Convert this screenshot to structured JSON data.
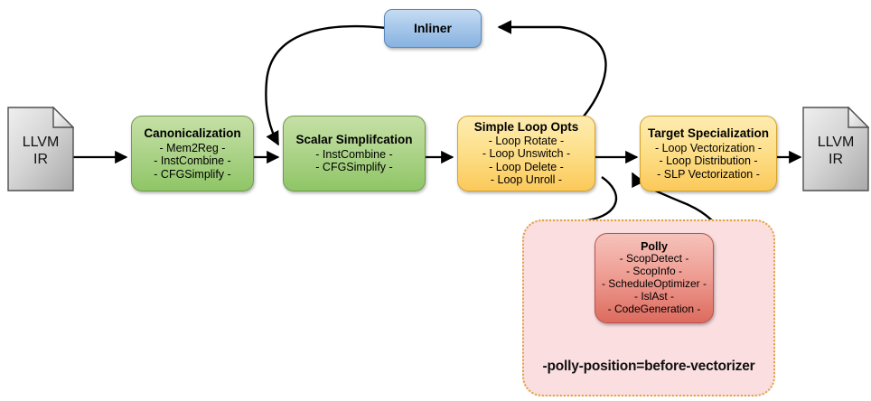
{
  "diagram": {
    "title": "LLVM pass pipeline with Polly before vectorizer",
    "colors": {
      "green_fill": "#b4d792",
      "green_stroke": "#6f9a4a",
      "yellow_fill": "#fde08c",
      "yellow_stroke": "#d3a32e",
      "blue_fill": "#a8c8ea",
      "blue_stroke": "#5b86b8",
      "red_fill": "#ef9f95",
      "red_stroke": "#b9524a",
      "doc_fill": "#cccccc",
      "doc_stroke": "#555555",
      "group_fill": "#fadee0",
      "group_stroke": "#e0a23c",
      "edge": "#000000"
    }
  },
  "nodes": {
    "input_doc": {
      "name": "LLVM IR input",
      "line1": "LLVM",
      "line2": "IR"
    },
    "output_doc": {
      "name": "LLVM IR output",
      "line1": "LLVM",
      "line2": "IR"
    },
    "canonicalization": {
      "title": "Canonicalization",
      "items": [
        "- Mem2Reg -",
        "- InstCombine -",
        "- CFGSimplify -"
      ]
    },
    "scalar_simplification": {
      "title": "Scalar Simplifcation",
      "items": [
        "- InstCombine -",
        "- CFGSimplify -"
      ]
    },
    "simple_loop_opts": {
      "title": "Simple Loop Opts",
      "items": [
        "- Loop Rotate -",
        "- Loop Unswitch -",
        "- Loop Delete -",
        "- Loop Unroll -"
      ]
    },
    "target_specialization": {
      "title": "Target Specialization",
      "items": [
        "- Loop Vectorization -",
        "- Loop Distribution -",
        "- SLP Vectorization -"
      ]
    },
    "inliner": {
      "title": "Inliner",
      "items": []
    },
    "polly": {
      "title": "Polly",
      "items": [
        "- ScopDetect -",
        "- ScopInfo -",
        "- ScheduleOptimizer -",
        "- IslAst -",
        "- CodeGeneration -"
      ]
    }
  },
  "group": {
    "label": "-polly-position=before-vectorizer"
  },
  "edges": [
    {
      "from": "input_doc",
      "to": "canonicalization",
      "style": "straight"
    },
    {
      "from": "canonicalization",
      "to": "scalar_simplification",
      "style": "straight"
    },
    {
      "from": "scalar_simplification",
      "to": "simple_loop_opts",
      "style": "straight"
    },
    {
      "from": "simple_loop_opts",
      "to": "target_specialization",
      "style": "straight"
    },
    {
      "from": "target_specialization",
      "to": "output_doc",
      "style": "straight"
    },
    {
      "from": "simple_loop_opts",
      "to": "inliner",
      "style": "curved"
    },
    {
      "from": "inliner",
      "to": "scalar_simplification",
      "style": "curved"
    },
    {
      "from": "simple_loop_opts",
      "to": "polly",
      "style": "curved"
    },
    {
      "from": "polly",
      "to": "target_specialization",
      "style": "curved"
    }
  ]
}
